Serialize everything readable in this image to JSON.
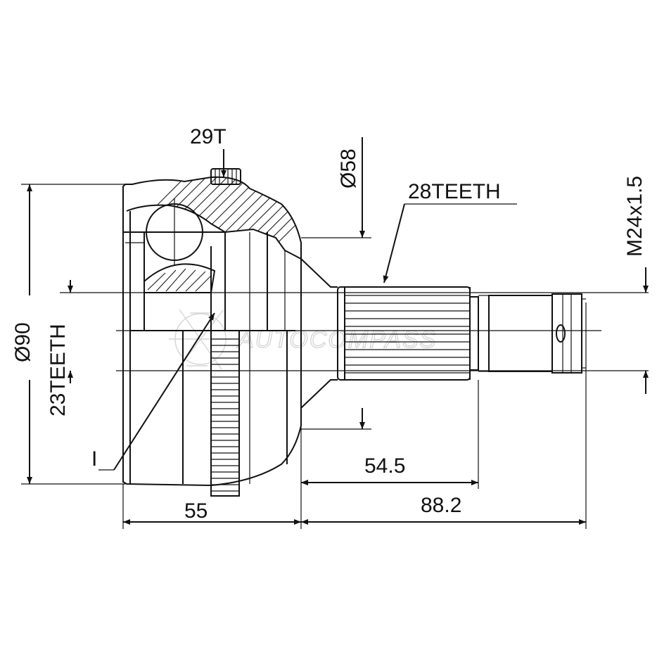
{
  "labels": {
    "teeth_29t": "29T",
    "dia_58": "Ø58",
    "teeth_28": "28TEETH",
    "thread": "M24x1.5",
    "dia_90": "Ø90",
    "teeth_23": "23TEETH",
    "roman_one": "I",
    "len_54_5": "54.5",
    "len_55": "55",
    "len_88_2": "88.2"
  },
  "watermark": "AUTOCOMPASS",
  "colors": {
    "line": "#111111",
    "watermark": "#c8c8c8",
    "background": "#ffffff"
  }
}
